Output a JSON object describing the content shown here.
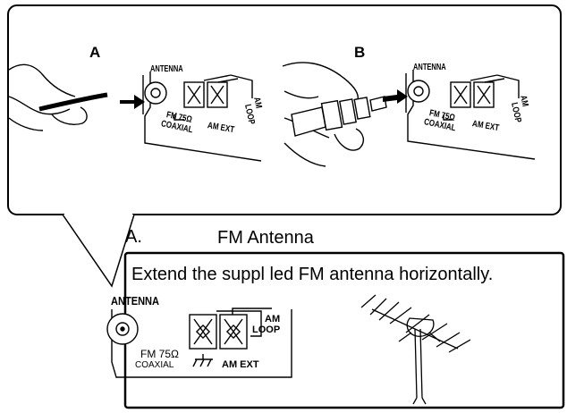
{
  "top_panel": {
    "letter_a": "A",
    "letter_b": "B",
    "antenna": "ANTENNA",
    "fm_75": "FM 75Ω",
    "coaxial": "COAXIAL",
    "am_ext": "AM EXT",
    "am": "AM",
    "loop": "LOOP"
  },
  "callout": {
    "marker": "A.",
    "title": "FM Antenna",
    "instruction": "Extend the suppl led FM antenna horizontally."
  },
  "bottom_panel": {
    "antenna": "ANTENNA",
    "fm_75": "FM 75Ω",
    "coaxial": "COAXIAL",
    "am": "AM",
    "loop": "LOOP",
    "am_ext": "AM EXT"
  }
}
